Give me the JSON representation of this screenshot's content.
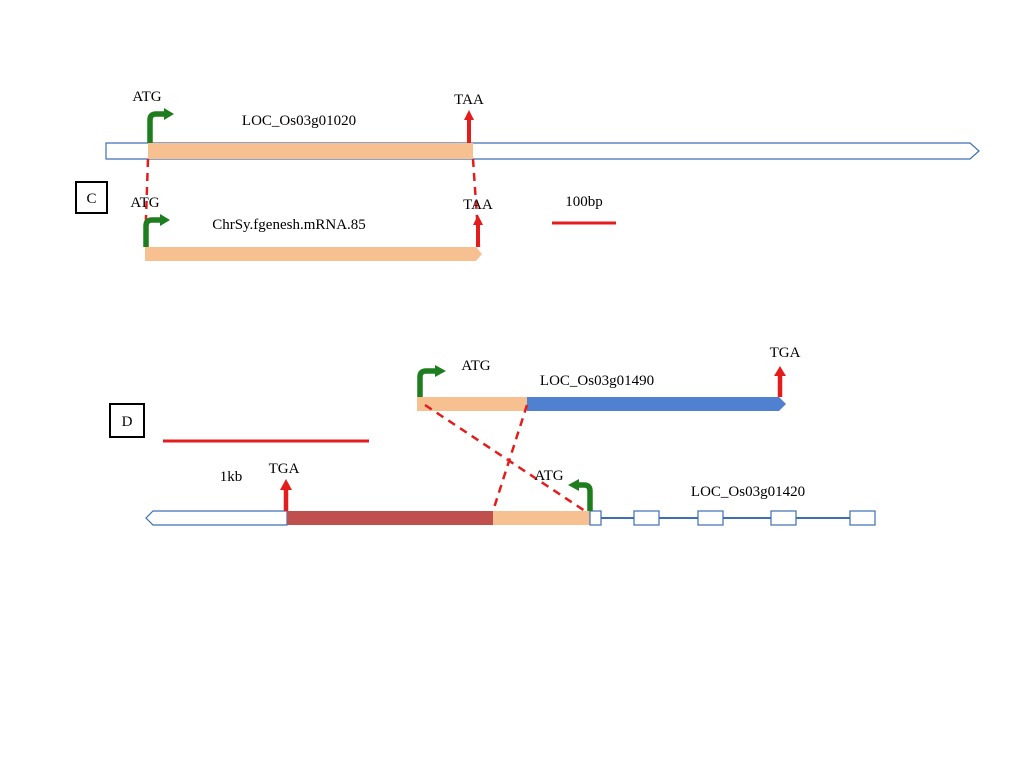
{
  "panels": {
    "c": {
      "label": "C",
      "gene_top_name": "LOC_Os03g01020",
      "gene_bottom_name": "ChrSy.fgenesh.mRNA.85",
      "start_codon_top": "ATG",
      "stop_codon_top": "TAA",
      "start_codon_bottom": "ATG",
      "stop_codon_bottom": "TAA",
      "scale_label": "100bp"
    },
    "d": {
      "label": "D",
      "gene_top_name": "LOC_Os03g01490",
      "gene_bottom_name": "LOC_Os03g01420",
      "start_codon_top": "ATG",
      "stop_codon_top": "TGA",
      "start_codon_bottom": "ATG",
      "stop_codon_bottom": "TGA",
      "scale_label": "1kb"
    }
  },
  "colors": {
    "cds_light": "#f7c090",
    "cds_dark": "#c0504d",
    "cds_blue": "#4f81d0",
    "utr_outline": "#3d6fb5",
    "start_arrow": "#1e7d1e",
    "stop_arrow": "#e51c1c",
    "scale_bar": "#e51c1c",
    "match_line": "#e51c1c"
  }
}
